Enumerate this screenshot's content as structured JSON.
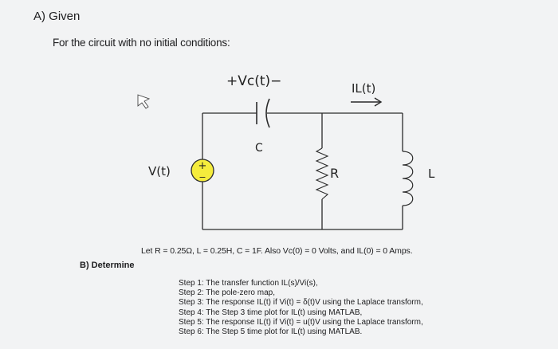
{
  "section_a": {
    "label": "A) Given",
    "intro": "For the circuit with no initial conditions:"
  },
  "circuit": {
    "vc_label": "+Vc(t)−",
    "il_label": "IL(t)",
    "source_label": "V(t)",
    "source_sign": "+",
    "source_minus": "−",
    "capacitor_label": "C",
    "resistor_label": "R",
    "inductor_label": "L"
  },
  "given_values": "Let R = 0.25Ω, L = 0.25H, C = 1F.  Also Vc(0) = 0 Volts, and IL(0) = 0 Amps.",
  "section_b": {
    "label": "B) Determine"
  },
  "steps": [
    "Step 1: The transfer function IL(s)/Vi(s),",
    "Step 2: The pole-zero map,",
    "Step 3: The response IL(t) if Vi(t) = δ(t)V using the Laplace transform,",
    "Step 4: The Step 3 time plot for IL(t) using MATLAB,",
    "Step 5: The response IL(t) if Vi(t) = u(t)V using the Laplace transform,",
    "Step 6: The Step 5 time plot for IL(t) using MATLAB."
  ],
  "colors": {
    "source_fill": "#f5ec3c",
    "wire": "#2b2b2b",
    "background": "#f2f3f4"
  }
}
